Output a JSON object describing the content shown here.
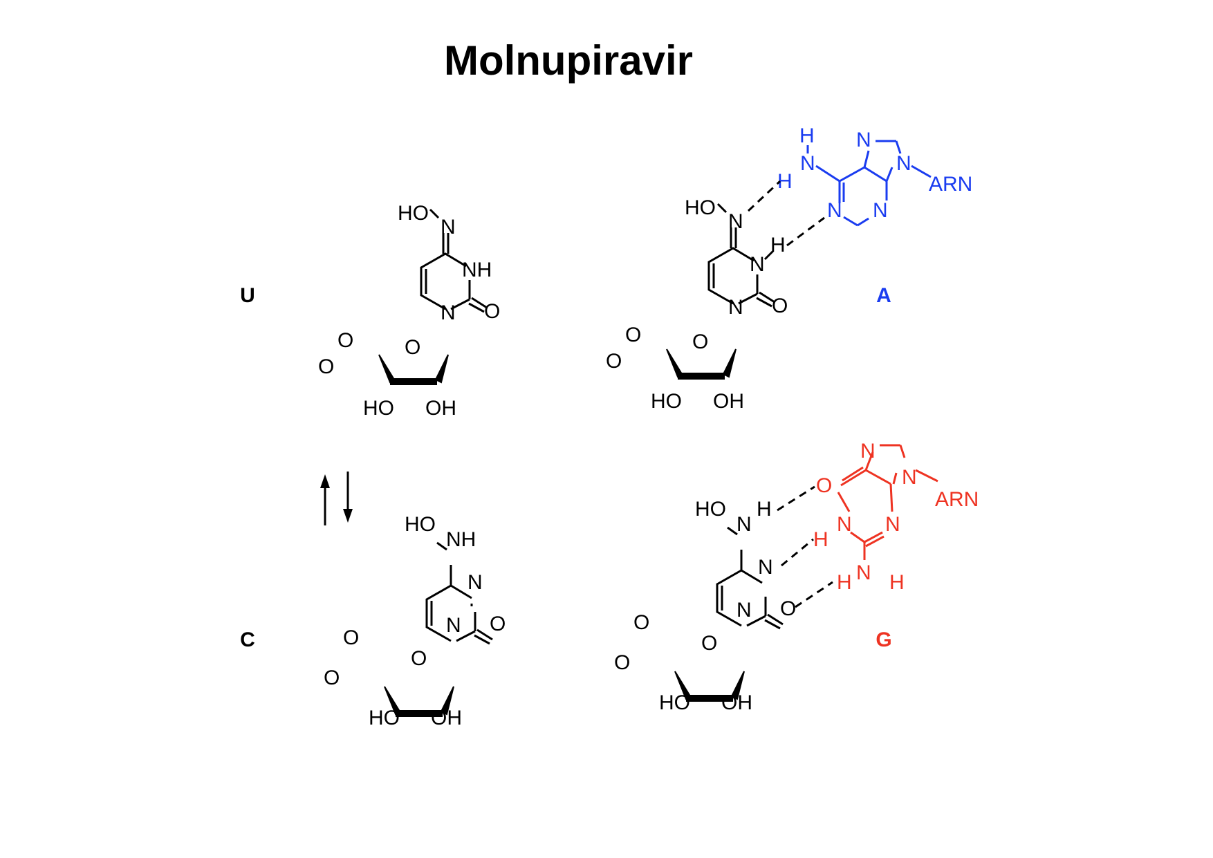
{
  "title": "Molnupiravir",
  "labels": {
    "U": "U",
    "C": "C",
    "A": "A",
    "G": "G"
  },
  "atoms": {
    "HO": "HO",
    "OH": "OH",
    "O": "O",
    "N": "N",
    "NH": "NH",
    "H": "H",
    "ARN": "ARN"
  },
  "colors": {
    "adenine": "#1a3cf0",
    "guanine": "#ee3322",
    "default": "#000000"
  }
}
